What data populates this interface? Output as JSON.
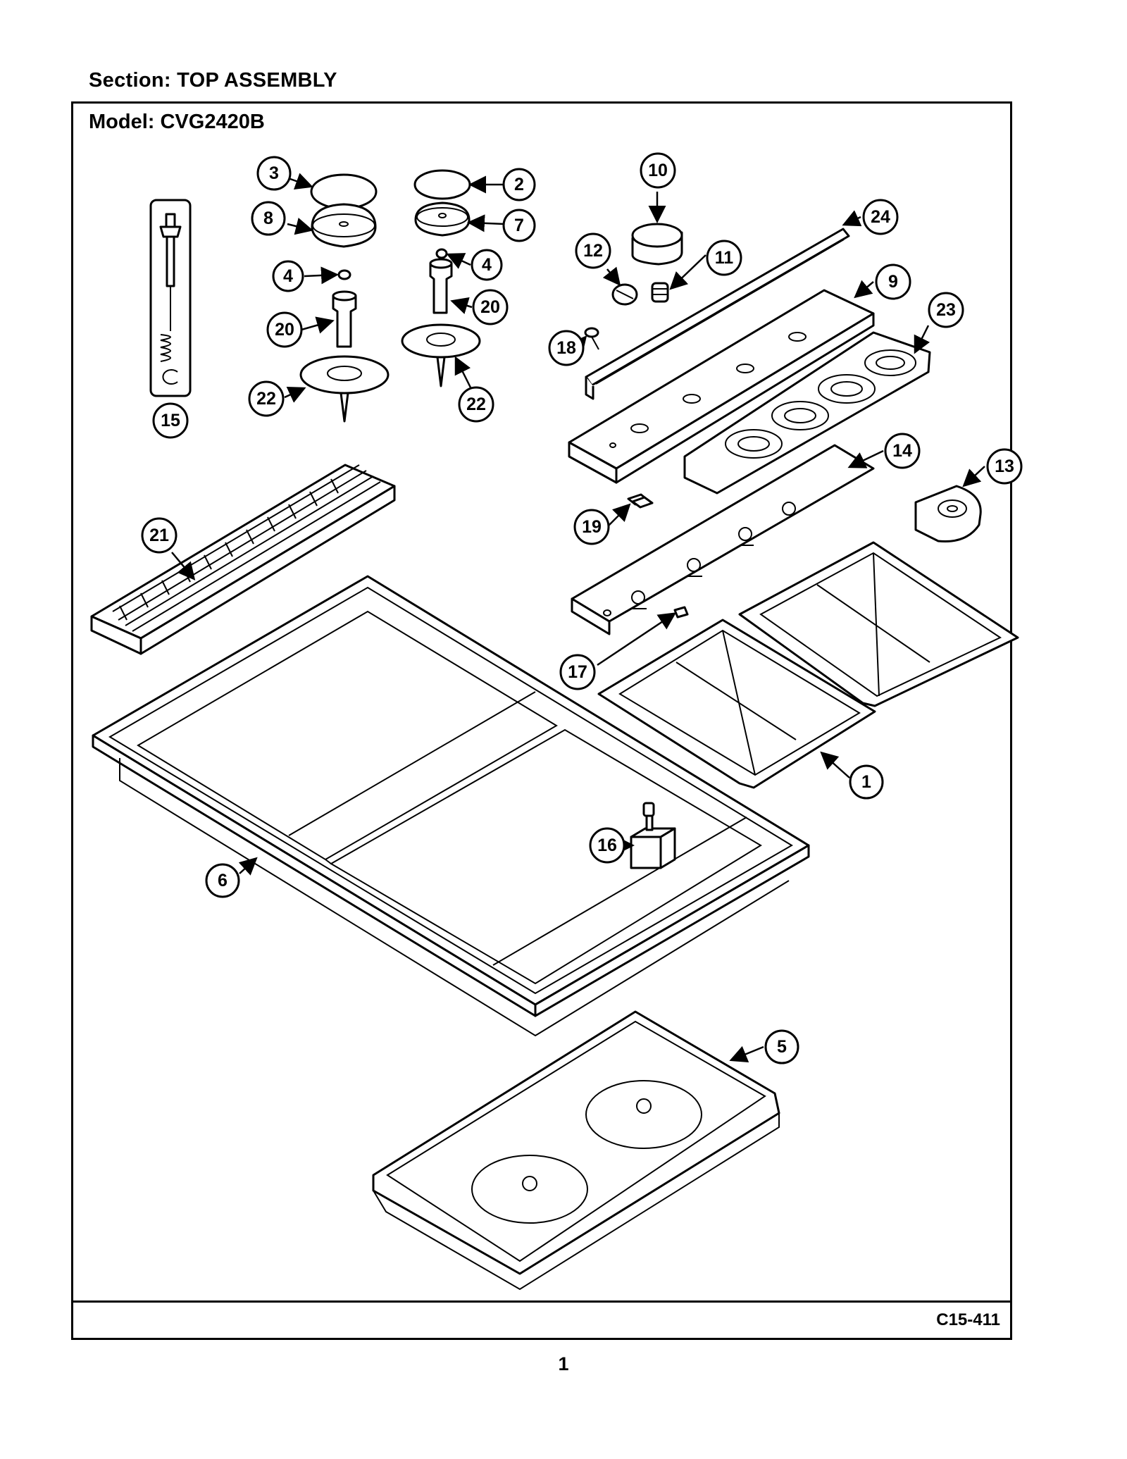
{
  "header": {
    "section": "Section:  TOP ASSEMBLY",
    "model": "Model:  CVG2420B"
  },
  "footer": {
    "code": "C15-411",
    "page": "1"
  },
  "callouts": [
    "3",
    "8",
    "4",
    "20",
    "22",
    "2",
    "7",
    "4",
    "20",
    "22",
    "15",
    "10",
    "24",
    "12",
    "11",
    "9",
    "23",
    "18",
    "14",
    "13",
    "19",
    "21",
    "17",
    "1",
    "16",
    "6",
    "5"
  ]
}
